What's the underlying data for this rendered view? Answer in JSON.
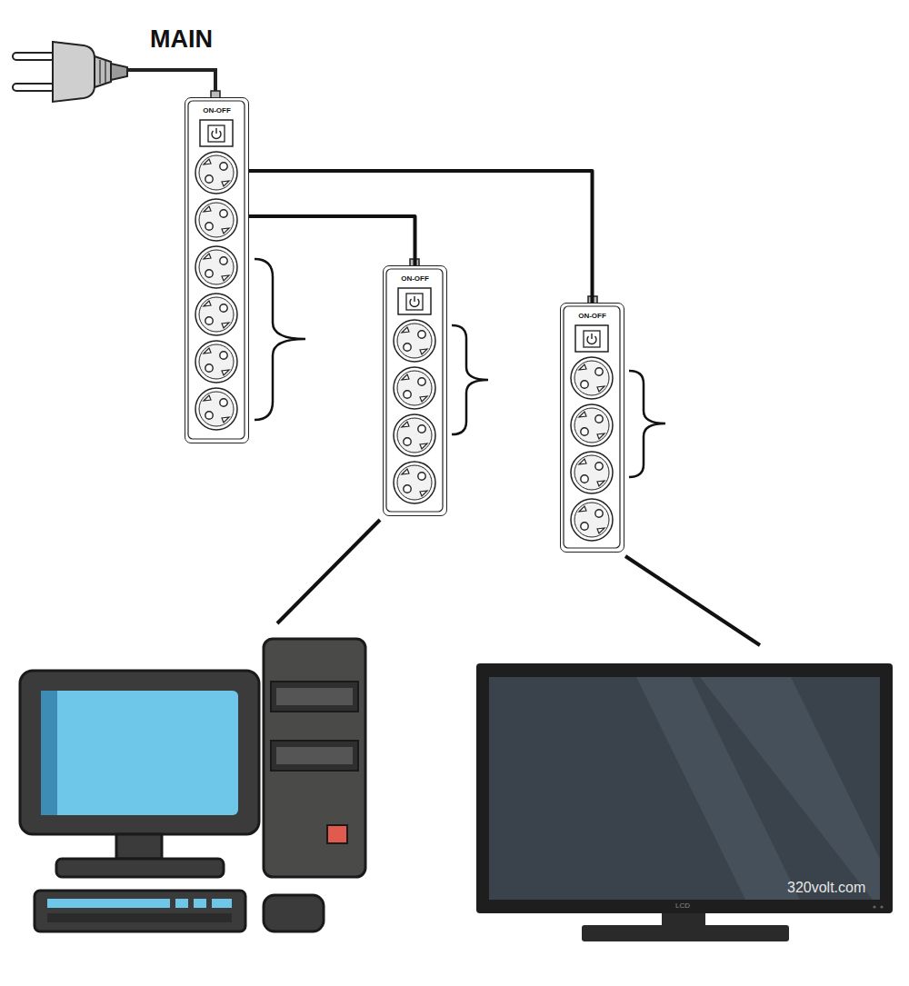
{
  "diagram": {
    "nodes": [
      {
        "text": [
          "ON-OFF"
        ]
      },
      {
        "text": [
          "ON-OFF"
        ]
      },
      {
        "text": [
          "ON-OFF"
        ]
      }
    ],
    "edges": [
      {
        "from": 0,
        "to": 1,
        "arrow": "none"
      },
      {
        "from": 0,
        "to": 2,
        "arrow": "none"
      }
    ],
    "labels": [
      "MAIN",
      "LCD",
      "320volt.com"
    ]
  }
}
